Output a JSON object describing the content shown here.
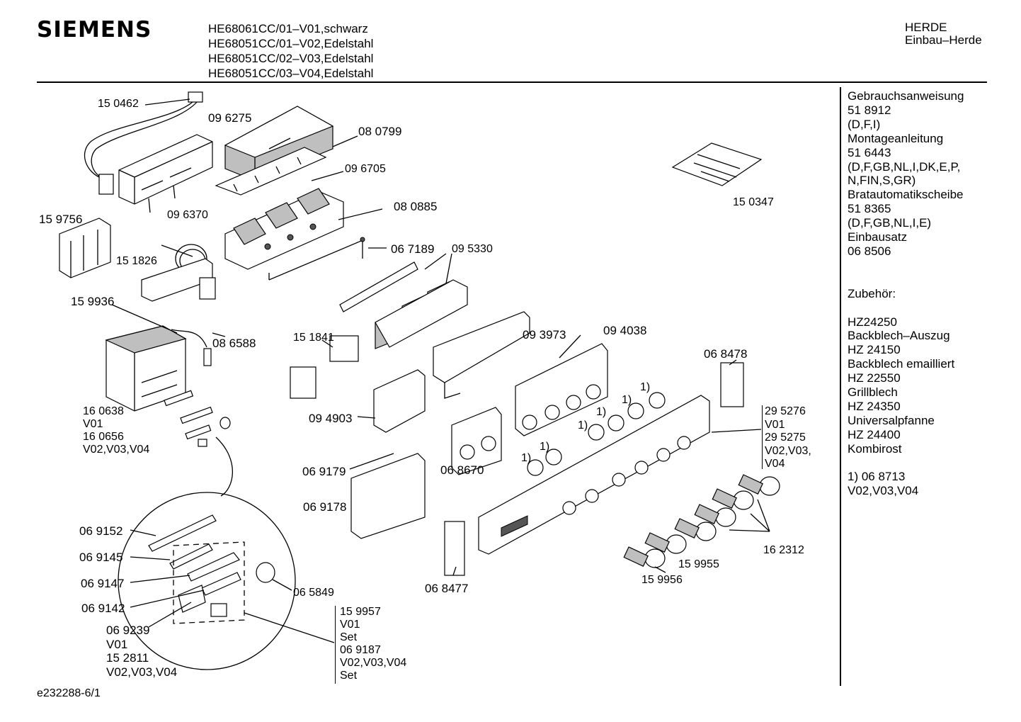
{
  "header": {
    "brand": "SIEMENS",
    "models": [
      "HE68061CC/01–V01,schwarz",
      "HE68051CC/01–V02,Edelstahl",
      "HE68051CC/02–V03,Edelstahl",
      "HE68051CC/03–V04,Edelstahl"
    ],
    "category": [
      "HERDE",
      "Einbau–Herde"
    ]
  },
  "side_panel": [
    "Gebrauchsanweisung",
    "51 8912",
    "(D,F,I)",
    "Montageanleitung",
    "51 6443",
    "(D,F,GB,NL,I,DK,E,P,",
    "N,FIN,S,GR)",
    "Bratautomatikscheibe",
    "51 8365",
    "(D,F,GB,NL,I,E)",
    "Einbausatz",
    "06 8506",
    "",
    "",
    "Zubehör:",
    "",
    "HZ24250",
    "Backblech–Auszug",
    "HZ 24150",
    "Backblech emailliert",
    "HZ 22550",
    "Grillblech",
    "HZ 24350",
    "Universalpfanne",
    "HZ 24400",
    "Kombirost",
    "",
    "1) 06 8713",
    "    V02,V03,V04"
  ],
  "parts": {
    "p150462": "15 0462",
    "p096275": "09 6275",
    "p080799": "08 0799",
    "p096705": "09 6705",
    "p096370": "09 6370",
    "p080885": "08 0885",
    "p159756": "15 9756",
    "p151826": "15 1826",
    "p067189": "06 7189",
    "p095330": "09 5330",
    "p159936": "15 9936",
    "p086588": "08 6588",
    "p151841": "15 1841",
    "p093973": "09 3973",
    "p094038": "09 4038",
    "p068478": "06 8478",
    "p094903": "09 4903",
    "p150347": "15 0347",
    "p160638": "16 0638",
    "p160638_v": "V01",
    "p160656": "16 0656",
    "p160656_v": "V02,V03,V04",
    "p295276": "29 5276",
    "p295276_v": "V01",
    "p295275": "29 5275",
    "p295275_v1": "V02,V03,",
    "p295275_v2": "V04",
    "p069179": "06 9179",
    "p069178": "06 9178",
    "p068670": "06 8670",
    "p069152": "06 9152",
    "p069145": "06 9145",
    "p069147": "06 9147",
    "p069142": "06 9142",
    "p069239": "06 9239",
    "p069239_v": "V01",
    "p152811": "15 2811",
    "p152811_v": "V02,V03,V04",
    "p065849": "06 5849",
    "p068477": "06 8477",
    "p159955": "15 9955",
    "p159956": "15 9956",
    "p162312": "16 2312",
    "set_block": [
      "15 9957",
      "V01",
      "Set",
      "06 9187",
      "V02,V03,V04",
      "Set"
    ],
    "footnote_mark": "1)"
  },
  "footer": {
    "drawing_id": "e232288-6/1"
  }
}
